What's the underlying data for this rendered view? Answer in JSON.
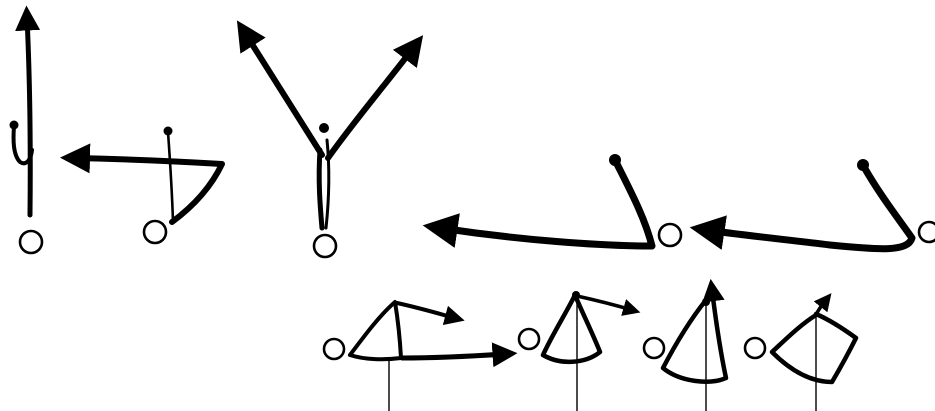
{
  "figures": [
    {
      "name": "figure-1-vertical",
      "row": 1
    },
    {
      "name": "figure-2-hook",
      "row": 1
    },
    {
      "name": "figure-3-fork",
      "row": 1
    },
    {
      "name": "figure-4-sweep",
      "row": 1
    },
    {
      "name": "figure-5-sweep",
      "row": 1
    },
    {
      "name": "figure-6-cone-flag",
      "row": 2
    },
    {
      "name": "figure-7-cone",
      "row": 2
    },
    {
      "name": "figure-8-cone-tall",
      "row": 2
    },
    {
      "name": "figure-9-cone-flag",
      "row": 2
    }
  ],
  "colors": {
    "ink": "#000000",
    "paper": "#ffffff"
  }
}
